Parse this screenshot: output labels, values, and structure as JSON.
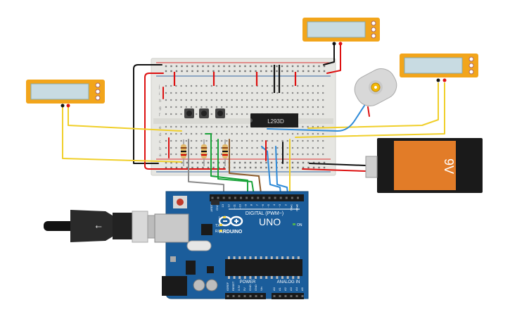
{
  "breadboard": {
    "rows_top": [
      "j",
      "i",
      "h",
      "g",
      "f"
    ],
    "rows_bottom": [
      "e",
      "d",
      "c",
      "b",
      "a"
    ]
  },
  "chip": {
    "label": "L293D"
  },
  "battery": {
    "label": "9V"
  },
  "arduino": {
    "brand": "ARDUINO",
    "model": "UNO",
    "digital_label": "DIGITAL (PWM~)",
    "power_label": "POWER",
    "analog_label": "ANALOG IN",
    "on_label": "ON",
    "l_label": "L",
    "tx_label": "TX",
    "rx_label": "RX",
    "digital_pins": [
      "AREF",
      "GND",
      "13",
      "12",
      "~11",
      "~10",
      "~9",
      "8",
      "7",
      "~6",
      "~5",
      "4",
      "~3",
      "2",
      "TX▸1",
      "RX◂0"
    ],
    "power_pins": [
      "IOREF",
      "RESET",
      "3.3V",
      "5V",
      "GND",
      "GND",
      "Vin"
    ],
    "analog_pins": [
      "A0",
      "A1",
      "A2",
      "A3",
      "A4",
      "A5"
    ]
  },
  "colors": {
    "arduino_blue": "#1b5d9b",
    "breadboard": "#e8e8e4",
    "multimeter": "#f2a51b",
    "battery_orange": "#e27c28",
    "motor": "#d8d8d8"
  },
  "wires": [
    "red",
    "black",
    "yellow",
    "green",
    "gray",
    "brown",
    "blue"
  ],
  "icons": [
    "usb-cable-icon",
    "multimeter-icon",
    "motor-icon",
    "battery-icon",
    "pushbutton-icon",
    "resistor-icon",
    "chip-icon",
    "arduino-logo-icon"
  ]
}
